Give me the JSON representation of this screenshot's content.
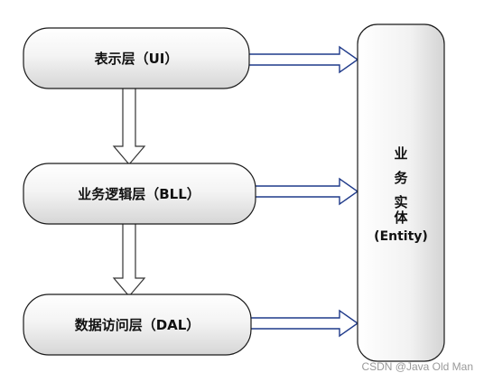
{
  "diagram": {
    "layers": [
      {
        "id": "ui",
        "label": "表示层（UI）"
      },
      {
        "id": "bll",
        "label": "业务逻辑层（BLL）"
      },
      {
        "id": "dal",
        "label": "数据访问层（DAL）"
      }
    ],
    "entity": {
      "lines": [
        "业",
        "务",
        "实",
        "体",
        "(Entity)"
      ]
    },
    "colors": {
      "box_fill_top": "#ffffff",
      "box_fill_bottom": "#d9d9d9",
      "box_stroke": "#1a1a1a",
      "arrow_fill": "#ffffff",
      "arrow_stroke": "#1f3a8a",
      "down_arrow_stroke": "#333333"
    }
  },
  "watermark": "CSDN @Java Old Man"
}
